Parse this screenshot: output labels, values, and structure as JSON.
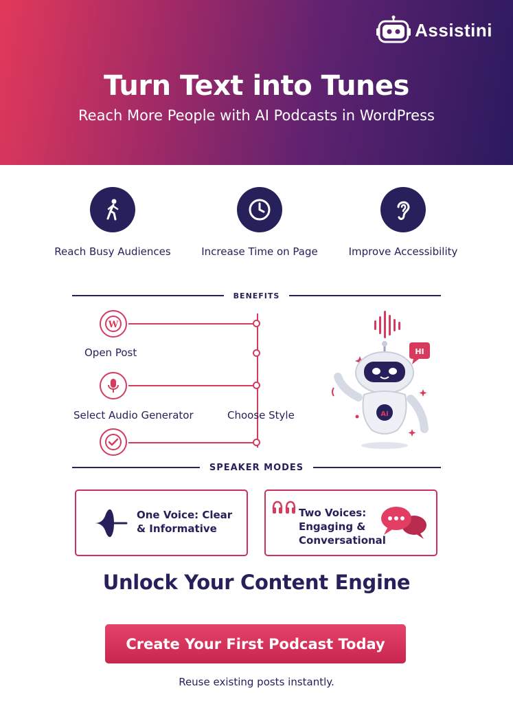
{
  "brand": {
    "name": "Assistini"
  },
  "hero": {
    "title": "Turn Text into Tunes",
    "subtitle": "Reach More People with AI Podcasts in WordPress"
  },
  "features": [
    {
      "label": "Reach Busy Audiences",
      "icon": "walking-person-icon"
    },
    {
      "label": "Increase Time on Page",
      "icon": "clock-icon"
    },
    {
      "label": "Improve Accessibility",
      "icon": "ear-icon"
    }
  ],
  "benefits": {
    "heading": "BENEFITS",
    "steps": [
      {
        "label": "Open Post",
        "icon": "wordpress-icon"
      },
      {
        "label": "Select Audio Generator",
        "icon": "microphone-icon"
      },
      {
        "label": "Choose Style",
        "icon": "none"
      },
      {
        "label": "",
        "icon": "checkmark-icon"
      }
    ],
    "robot": {
      "badge": "HI",
      "chest": "AI"
    }
  },
  "speaker_modes": {
    "heading": "SPEAKER MODES",
    "modes": [
      {
        "line1": "One Voice: Clear",
        "line2": "& Informative",
        "icon": "waveform-icon"
      },
      {
        "line1": "Two Voices:",
        "line2": "Engaging &",
        "line3": "Conversational",
        "icon": "chat-bubbles-icon"
      }
    ]
  },
  "cta": {
    "heading": "Unlock Your Content Engine",
    "button": "Create Your First Podcast Today",
    "note": "Reuse existing posts instantly."
  },
  "colors": {
    "navy": "#26215a",
    "accent": "#d63b5e",
    "gradient_start": "#e2395a",
    "gradient_end": "#2b1a5e"
  }
}
